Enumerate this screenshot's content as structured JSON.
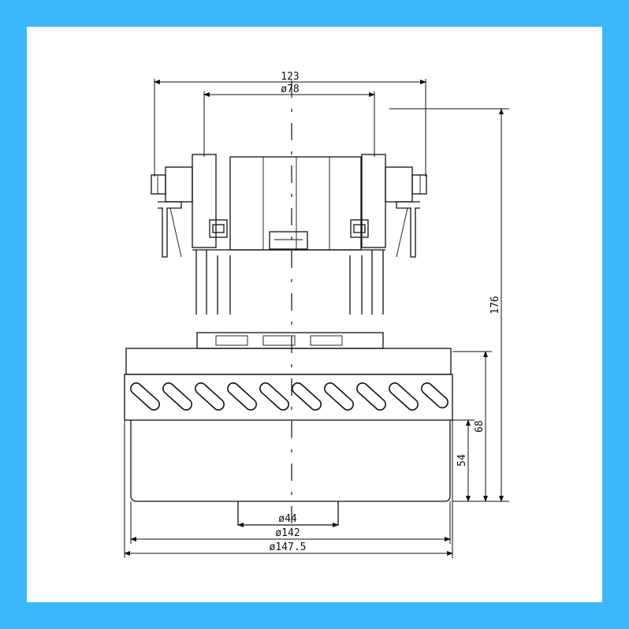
{
  "drawing": {
    "subject": "motor outline drawing",
    "line_color": "#111111",
    "frame_color": "#3db7fb",
    "paper_color": "#ffffff"
  },
  "dimensions": {
    "overall_width": "123",
    "top_diameter": "ø78",
    "total_height": "176",
    "housing_height": "68",
    "skirt_height": "54",
    "outlet_diameter": "ø44",
    "housing_diameter": "ø142",
    "max_diameter": "ø147.5"
  }
}
